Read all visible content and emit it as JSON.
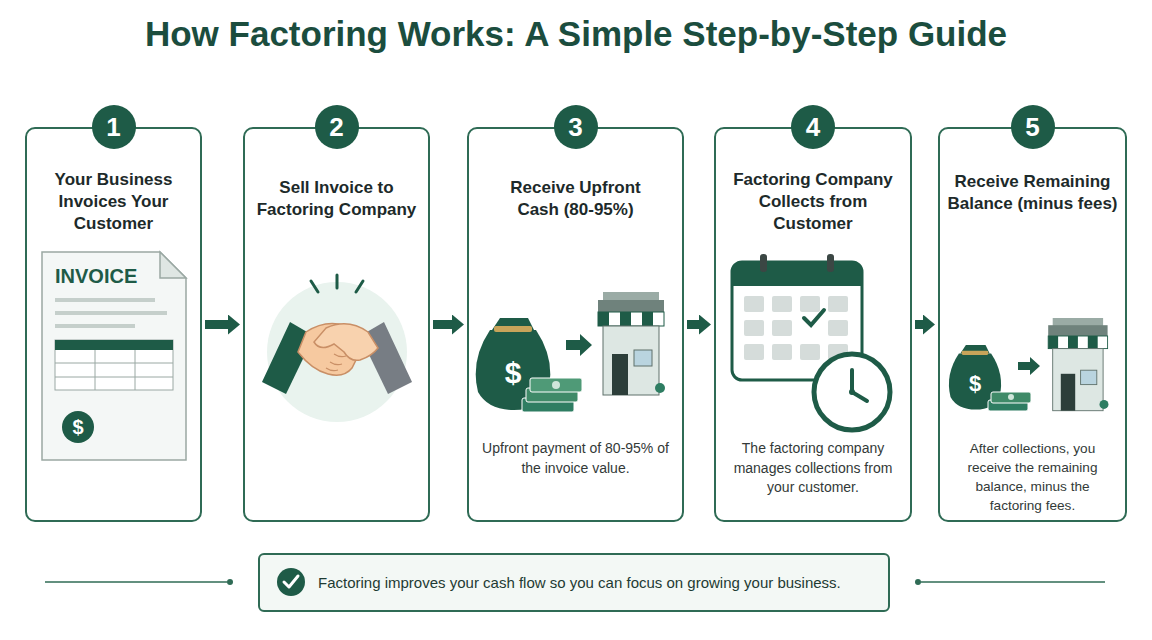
{
  "diagram": {
    "title": "How Factoring Works: A Simple Step-by-Step Guide",
    "nodes": [
      {
        "text": [
          "Your Business Invoices Your Customer"
        ]
      },
      {
        "text": [
          "1"
        ],
        "in": 0
      },
      {
        "text": [
          "Sell Invoice to Factoring Company"
        ]
      },
      {
        "text": [
          "2"
        ],
        "in": 2
      },
      {
        "text": [
          "Receive Upfront Cash (80-95%)",
          "Upfront payment of 80-95% of the invoice value."
        ]
      },
      {
        "text": [
          "3"
        ],
        "in": 4
      },
      {
        "text": [
          "Factoring Company Collects from Customer",
          "The factoring company manages collections from your customer."
        ]
      },
      {
        "text": [
          "4"
        ],
        "in": 6
      },
      {
        "text": [
          "Receive Remaining Balance (minus fees)",
          "After collections, you receive the remaining balance, minus the factoring fees."
        ]
      },
      {
        "text": [
          "5"
        ],
        "in": 8
      },
      {
        "text": [
          "Factoring improves your cash flow so you can focus on growing your business."
        ]
      }
    ],
    "edges": [
      {
        "from": 0,
        "to": 2,
        "arrow": "to"
      },
      {
        "from": 2,
        "to": 4,
        "arrow": "to"
      },
      {
        "from": 4,
        "to": 6,
        "arrow": "to"
      },
      {
        "from": 6,
        "to": 8,
        "arrow": "to"
      }
    ],
    "labels": [
      "INVOICE",
      "$",
      "$",
      "$"
    ]
  }
}
